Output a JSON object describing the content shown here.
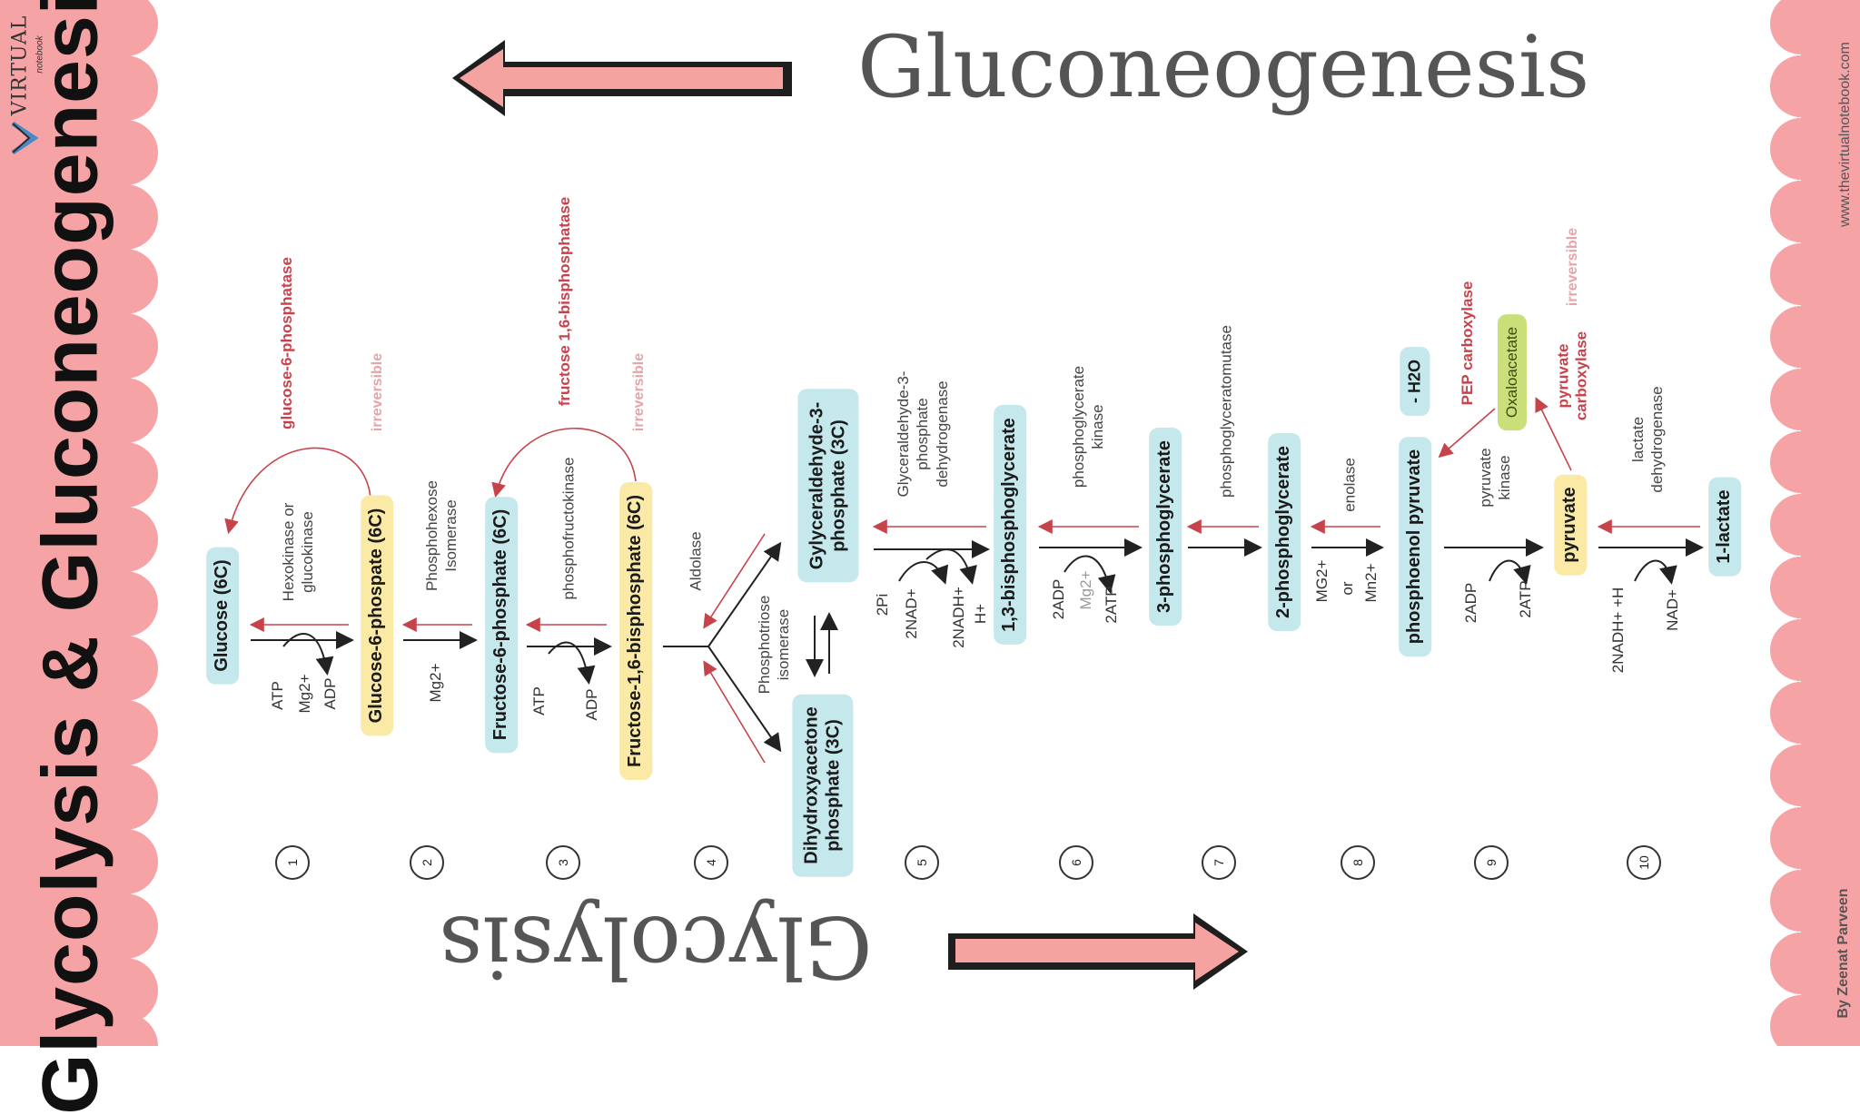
{
  "branding": {
    "side_title": "Glycolysis & Gluconeogenesis",
    "logo_text": "VIRTUAL",
    "logo_sub": "notebook",
    "website": "www.thevirtualnotebook.com",
    "author": "By Zeenat Parveen"
  },
  "headings": {
    "top": "Gluconeogenesis",
    "bottom": "Glycolysis"
  },
  "colors": {
    "scallop_pink": "#f6a3a6",
    "arrow_pink": "#f4a3a0",
    "molecule_blue": "#c4e8ec",
    "molecule_yellow": "#fbeaa6",
    "oxaloacetate_green": "#c9e07a",
    "enzyme_red": "#c7434b"
  },
  "molecules": {
    "glucose": "Glucose (6C)",
    "g6p": "Glucose-6-phospate (6C)",
    "f6p": "Fructose-6-phosphate (6C)",
    "f16bp": "Fructose-1,6-bisphosphate (6C)",
    "gap_l1": "Gylyceraldehyde-3-",
    "gap_l2": "phosphate (3C)",
    "dhap_l1": "Dihydroxyacetone",
    "dhap_l2": "phosphate (3C)",
    "bpg13": "1,3-bisphosphoglycerate",
    "pg3": "3-phosphoglycerate",
    "pg2": "2-phosphoglycerate",
    "pep": "phosphoenol pyruvate",
    "pyruvate": "pyruvate",
    "lactate": "1-lactate",
    "oxaloacetate": "Oxaloacetate",
    "h2o": "- H2O"
  },
  "enzymes": {
    "hexokinase_l1": "Hexokinase or",
    "hexokinase_l2": "glucokinase",
    "phi_l1": "Phosphohexose",
    "phi_l2": "Isomerase",
    "pfk": "phosphofructokinase",
    "aldolase": "Aldolase",
    "tpi_l1": "Phosphotriose",
    "tpi_l2": "isomerase",
    "gapdh_l1": "Glyceraldehyde-3-",
    "gapdh_l2": "phosphate",
    "gapdh_l3": "dehydrogenase",
    "pgk_l1": "phosphoglycerate",
    "pgk_l2": "kinase",
    "pgm": "phosphoglyceratomutase",
    "enolase": "enolase",
    "pk_l1": "pyruvate",
    "pk_l2": "kinase",
    "ldh_l1": "lactate",
    "ldh_l2": "dehydrogenase"
  },
  "gluconeo_enzymes": {
    "g6pase": "glucose-6-phosphatase",
    "f16bpase": "fructose 1,6-bisphosphatase",
    "pepck": "PEP carboxylase",
    "pc_l1": "pyruvate",
    "pc_l2": "carboxylase",
    "irreversible": "irreversible"
  },
  "cofactors": {
    "s1_atp": "ATP",
    "s1_mg": "Mg2+",
    "s1_adp": "ADP",
    "s2_mg": "Mg2+",
    "s3_atp": "ATP",
    "s3_adp": "ADP",
    "s5_pi": "2Pi",
    "s5_nad": "2NAD+",
    "s5_nadh": "2NADH+",
    "s5_h": "H+",
    "s6_adp": "2ADP",
    "s6_mg": "Mg2+",
    "s6_atp": "2ATP",
    "s8_mg": "MG2+",
    "s8_or": "or",
    "s8_mn": "Mn2+",
    "s9_adp": "2ADP",
    "s9_atp": "2ATP",
    "s10_nadh": "2NADH+ +H",
    "s10_nad": "NAD+"
  },
  "steps": [
    "1",
    "2",
    "3",
    "4",
    "5",
    "6",
    "7",
    "8",
    "9",
    "10"
  ]
}
